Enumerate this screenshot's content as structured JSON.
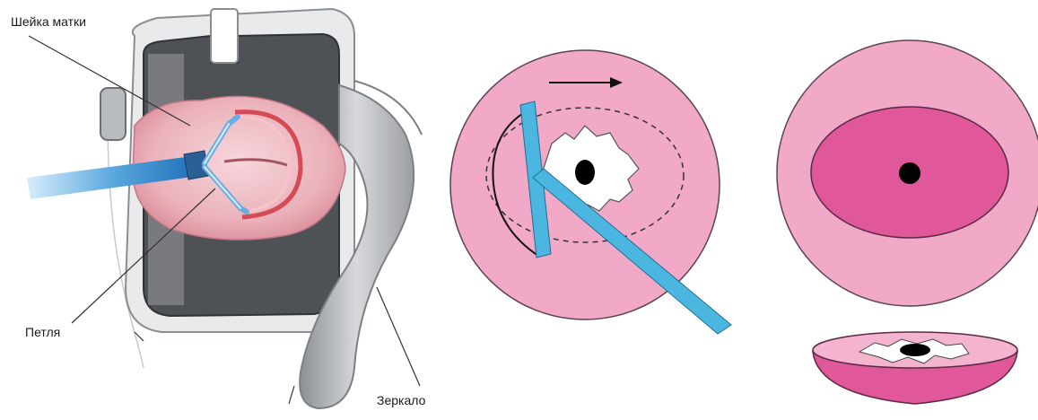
{
  "labels": {
    "cervix": "Шейка матки",
    "loop": "Петля",
    "speculum": "Зеркало"
  },
  "icons": {
    "direction_arrow": "arrow-right-icon"
  },
  "colors": {
    "outer_disc": "#f2a9c8",
    "inner_ellipse": "#e0579a",
    "loop_blue": "#4bb6e0",
    "speculum_gray": "#bdbfc3",
    "os_black": "#000000"
  }
}
